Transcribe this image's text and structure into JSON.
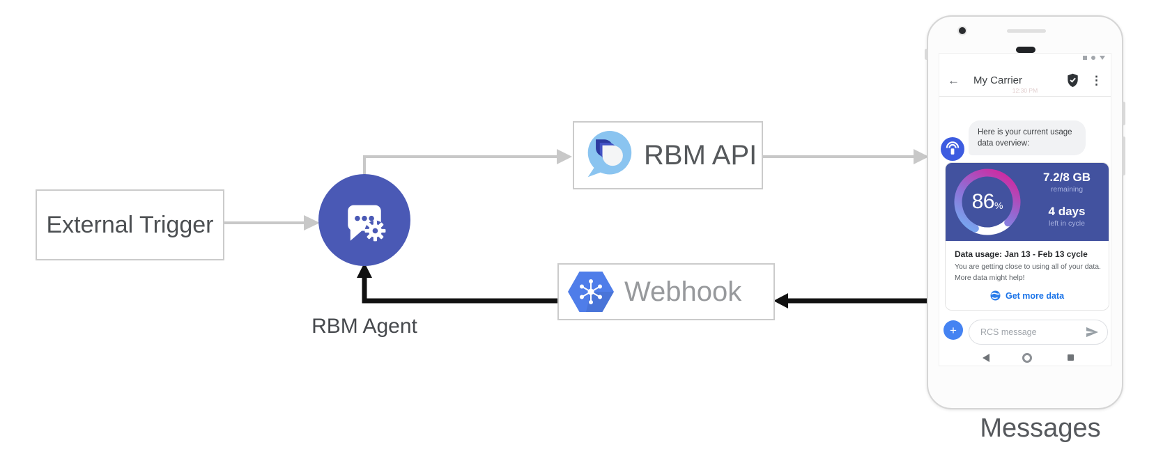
{
  "diagram": {
    "external_trigger_label": "External Trigger",
    "rbm_agent_label": "RBM Agent",
    "rbm_api_label": "RBM API",
    "webhook_label": "Webhook",
    "phone_caption": "Messages",
    "icons": {
      "rbm_agent": "chat-bubble-with-gear-icon",
      "rbm_api": "rbm-teardrop-logo",
      "webhook": "cloud-hexagon-hub-icon"
    },
    "arrow_colors": {
      "gray": "#c8c8c8",
      "black": "#111111"
    }
  },
  "phone": {
    "status_icons": [
      "square",
      "dot",
      "triangle-down"
    ],
    "header": {
      "back_icon": "←",
      "title": "My Carrier",
      "verified_icon": "shield-check",
      "menu_icon": "⋮"
    },
    "timestamp": "12:30 PM",
    "agent_avatar_icon": "antenna-broadcast",
    "bubble_text": "Here is your current usage data overview:",
    "usage_card": {
      "gauge": {
        "percent_display": "86",
        "percent_unit": "%",
        "filled_fraction": 0.86
      },
      "remaining_value": "7.2/8 GB",
      "remaining_label": "remaining",
      "cycle_days_value": "4 days",
      "cycle_days_label": "left in cycle",
      "title": "Data usage: Jan 13 - Feb 13 cycle",
      "body_line1": "You are getting close to using all of your data.",
      "body_line2": "More data might help!",
      "action_icon": "globe",
      "action_label": "Get more data"
    },
    "compose": {
      "add_button": "+",
      "placeholder": "RCS message",
      "send_icon": "paper-plane"
    },
    "nav_icons": [
      "back-triangle",
      "home-circle",
      "recents-square"
    ]
  },
  "colors": {
    "agent_circle_blue": "#4a59b5",
    "card_indigo": "#42529f",
    "gauge_gradient": [
      "#72b4f6",
      "#8f6fd6",
      "#d5239b"
    ],
    "gauge_track": "#ffffff",
    "action_link_blue": "#1a73e8",
    "plus_button_blue": "#4583f2",
    "avatar_blue": "#3d5ce0",
    "webhook_hexagon_blue": "#4f7de9",
    "rbm_logo_light_blue": "#8ac4f0",
    "rbm_logo_navy": "#2c3aa0",
    "arrow_gray": "#c8c8c8",
    "arrow_black": "#111111"
  }
}
